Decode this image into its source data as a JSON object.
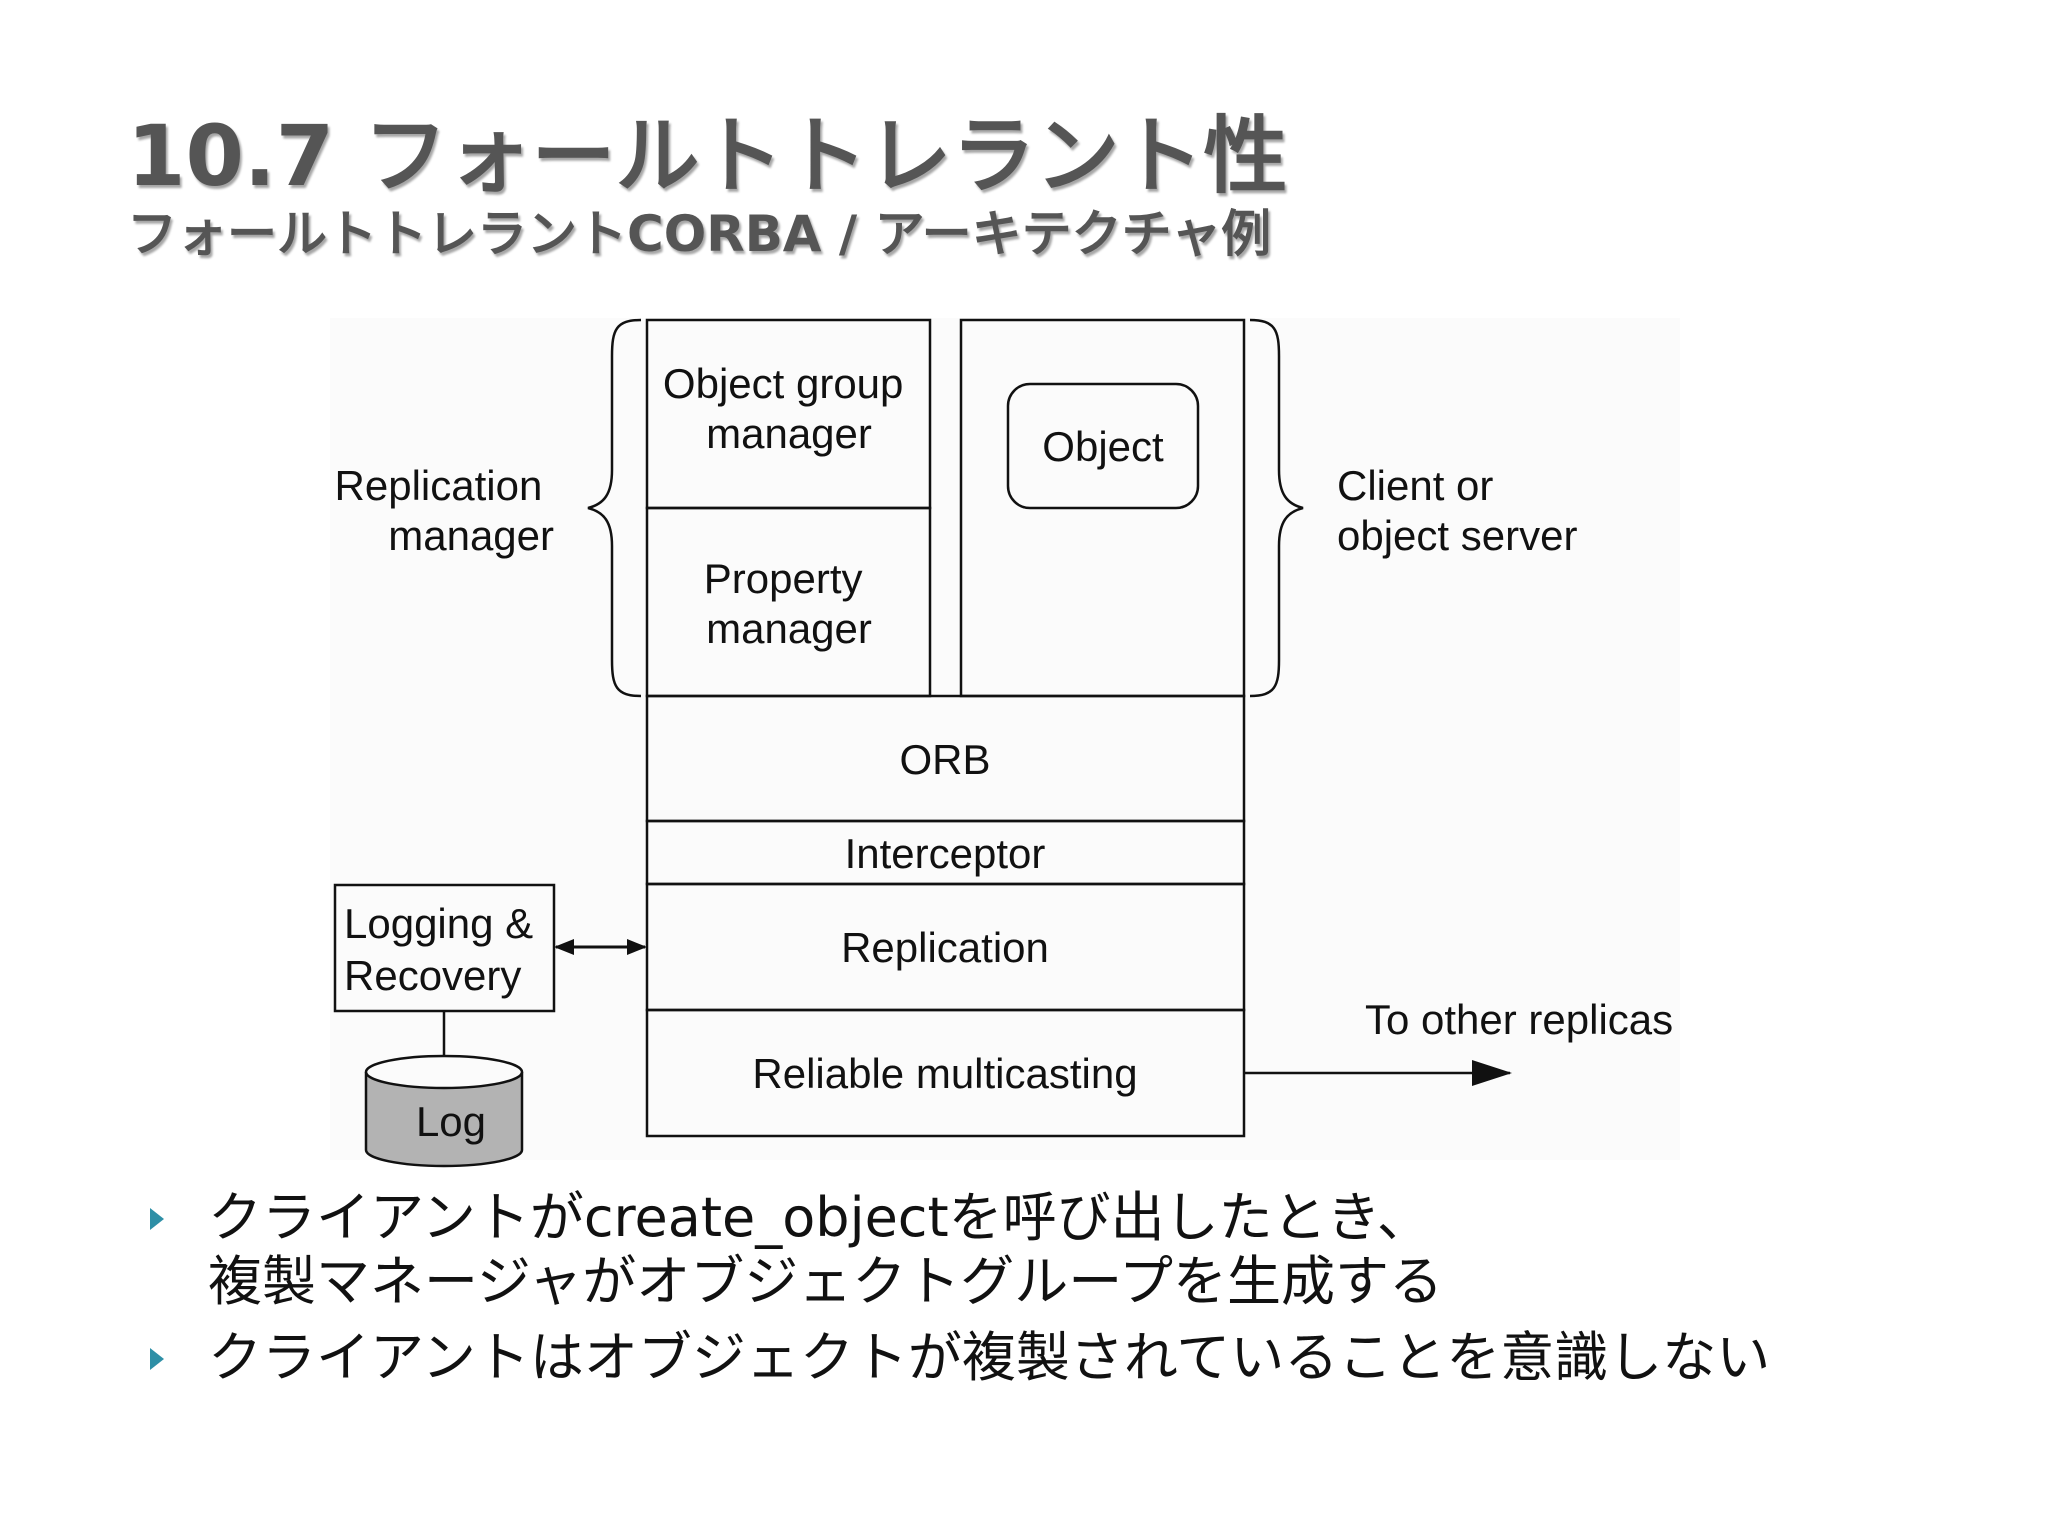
{
  "slide": {
    "title": "10.7 フォールトトレラント性",
    "subtitle": "フォールトトレラントCORBA / アーキテクチャ例"
  },
  "diagram": {
    "object_group_manager": [
      "Object group",
      "manager"
    ],
    "property_manager": [
      "Property",
      "manager"
    ],
    "object": "Object",
    "orb": "ORB",
    "interceptor": "Interceptor",
    "replication": "Replication",
    "reliable_multicasting": "Reliable multicasting",
    "replication_manager_label": [
      "Replication",
      "manager"
    ],
    "client_server_label": [
      "Client or",
      "object server"
    ],
    "logging_recovery": [
      "Logging &",
      "Recovery"
    ],
    "log": "Log",
    "to_other_replicas": "To other replicas"
  },
  "bullets": [
    {
      "lines": [
        "クライアントがcreate_objectを呼び出したとき、",
        "複製マネージャがオブジェクトグループを生成する"
      ]
    },
    {
      "lines": [
        "クライアントはオブジェクトが複製されていることを意識しない"
      ]
    }
  ],
  "colors": {
    "title": "#555555",
    "bullet_marker": "#2e8fa6",
    "log_fill": "#b3b3b3"
  }
}
